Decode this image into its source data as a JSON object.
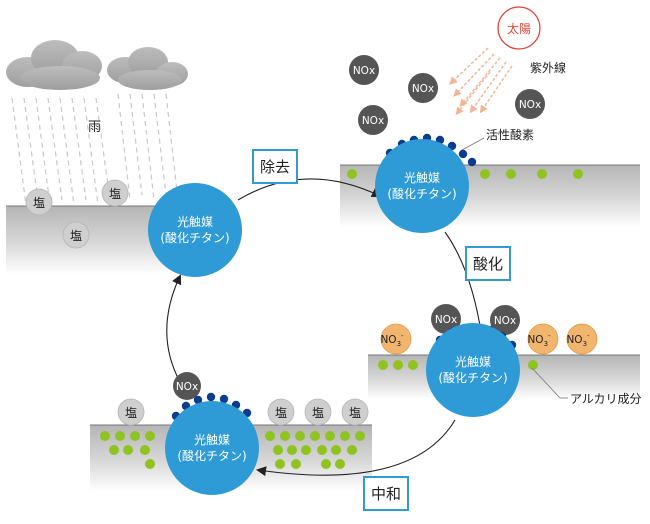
{
  "labels": {
    "rain": "雨",
    "sun": "太陽",
    "uv": "紫外線",
    "active_oxygen": "活性酸素",
    "alkali": "アルカリ成分",
    "salt": "塩",
    "nox": "NOx",
    "no3": "NO",
    "no3_sub": "3",
    "no3_sup": "-",
    "catalyst_line1": "光触媒",
    "catalyst_line2": "(酸化チタン)"
  },
  "steps": {
    "removal": "除去",
    "oxidation": "酸化",
    "neutralization": "中和"
  },
  "colors": {
    "catalyst": "#2e9ad6",
    "step_border": "#2e9ad6",
    "sun": "#e0453a",
    "uv_arrow": "#f2b595",
    "nox": "#555555",
    "salt": "#cfcfcf",
    "no3": "#f2b56e",
    "alkali": "#8fc31f",
    "oxygen": "#0b3d8c"
  }
}
